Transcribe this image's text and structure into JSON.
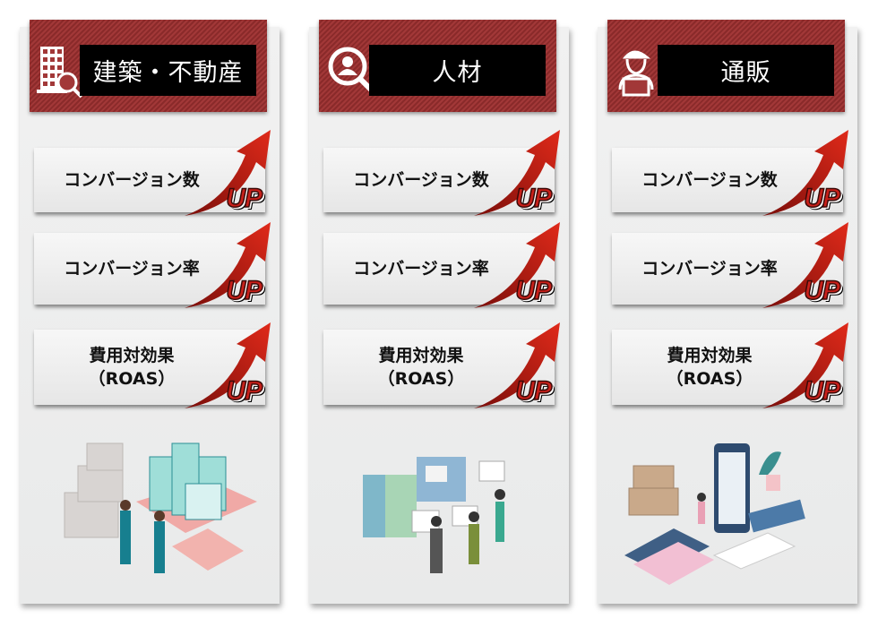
{
  "columns": [
    {
      "title": "建築・不動産",
      "icon": "building-search-icon",
      "cards": [
        {
          "label": "コンバージョン数"
        },
        {
          "label": "コンバージョン率"
        },
        {
          "label": "費用対効果",
          "sub": "（ROAS）"
        }
      ]
    },
    {
      "title": "人材",
      "icon": "person-search-icon",
      "cards": [
        {
          "label": "コンバージョン数"
        },
        {
          "label": "コンバージョン率"
        },
        {
          "label": "費用対効果",
          "sub": "（ROAS）"
        }
      ]
    },
    {
      "title": "通販",
      "icon": "delivery-person-icon",
      "cards": [
        {
          "label": "コンバージョン数"
        },
        {
          "label": "コンバージョン率"
        },
        {
          "label": "費用対効果",
          "sub": "（ROAS）"
        }
      ]
    }
  ],
  "up_label": "UP",
  "colors": {
    "header_red": "#a23838",
    "arrow_red": "#c8201a",
    "label_bg": "#000000"
  }
}
